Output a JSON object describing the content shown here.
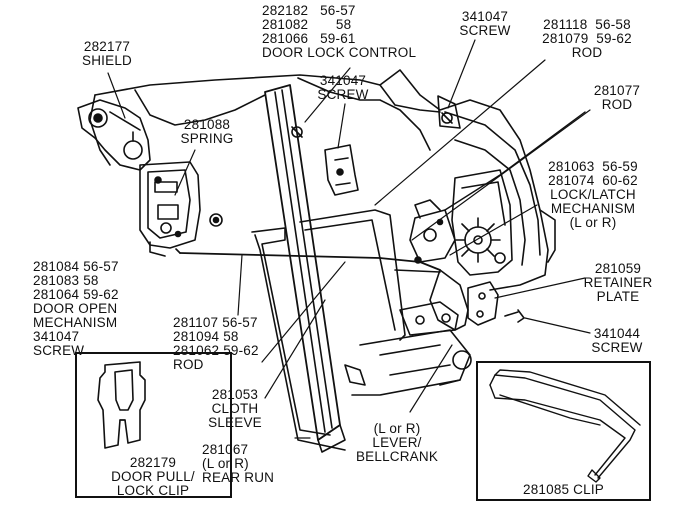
{
  "labels": {
    "door_lock_control": [
      "282182   56-57",
      "281082       58",
      "281066   59-61",
      "DOOR LOCK CONTROL"
    ],
    "screw_top": [
      "341047",
      "SCREW"
    ],
    "rod_56_62": [
      "281118  56-58",
      "281079  59-62",
      "ROD"
    ],
    "shield": [
      "282177",
      "SHIELD"
    ],
    "screw_mid": [
      "341047",
      "SCREW"
    ],
    "spring": [
      "281088",
      "SPRING"
    ],
    "rod_281077": [
      "281077",
      "ROD"
    ],
    "lock_latch": [
      "281063  56-59",
      "281074  60-62",
      "LOCK/LATCH",
      "MECHANISM",
      "(L or R)"
    ],
    "retainer_plate": [
      "281059",
      "RETAINER",
      "PLATE"
    ],
    "door_open": [
      "281084 56-57",
      "281083 58",
      "281064 59-62",
      "DOOR OPEN",
      "MECHANISM",
      "341047",
      "SCREW"
    ],
    "screw_right": [
      "341044",
      "SCREW"
    ],
    "rod_lower": [
      "281107 56-57",
      "281094 58",
      "281062 59-62",
      "ROD"
    ],
    "cloth_sleeve": [
      "281053",
      "CLOTH",
      "SLEEVE"
    ],
    "lever_bellcrank": [
      "(L or R)",
      "LEVER/",
      "BELLCRANK"
    ],
    "rear_run": [
      "281067",
      "(L or R)",
      "REAR RUN"
    ],
    "door_pull_clip": [
      "282179",
      "DOOR PULL/",
      "LOCK CLIP"
    ],
    "clip_281085": "281085 CLIP"
  }
}
